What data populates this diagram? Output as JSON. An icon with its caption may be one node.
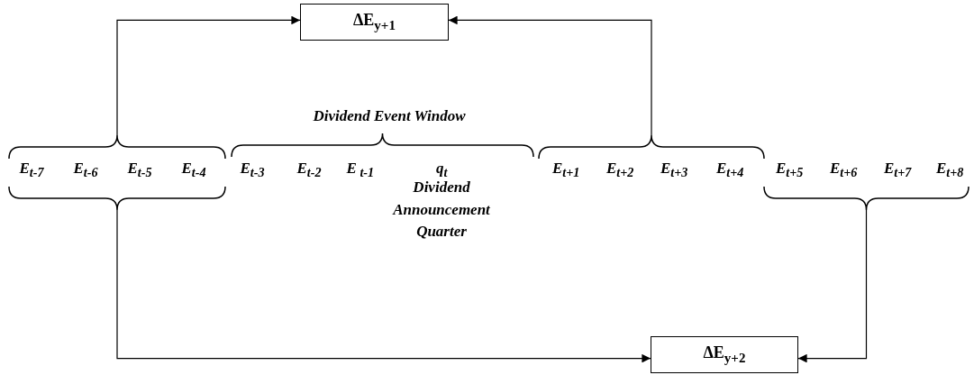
{
  "diagram": {
    "nodes": [
      {
        "text": [
          "ΔE$_{y+1}$"
        ]
      },
      {
        "text": [],
        "shape": "brace"
      },
      {
        "text": [],
        "shape": "brace"
      },
      {
        "text": [],
        "shape": "brace"
      },
      {
        "text": [],
        "shape": "brace"
      },
      {
        "text": [
          "ΔE$_{y+2}$"
        ]
      }
    ],
    "edges": [
      {
        "from": 1,
        "to": 0,
        "arrow": "to"
      },
      {
        "from": 2,
        "to": 0,
        "arrow": "to"
      },
      {
        "from": 3,
        "to": 5,
        "arrow": "to"
      },
      {
        "from": 4,
        "to": 5,
        "arrow": "to"
      }
    ],
    "labels": [
      "Dividend Event Window",
      "E$_{t-7}$",
      "E$_{t-6}$",
      "E$_{t-5}$",
      "E$_{t-4}$",
      "E$_{t-3}$",
      "E$_{t-2}$",
      "E$_{ t-1}$",
      "q$_{t}$",
      "E$_{t+1}$",
      "E$_{t+2}$",
      "E$_{t+3}$",
      "E$_{t+4}$",
      "E$_{t+5}$",
      "E$_{t+6}$",
      "E$_{t+7}$",
      "E$_{t+8}$",
      "Dividend Announcement Quarter"
    ]
  }
}
